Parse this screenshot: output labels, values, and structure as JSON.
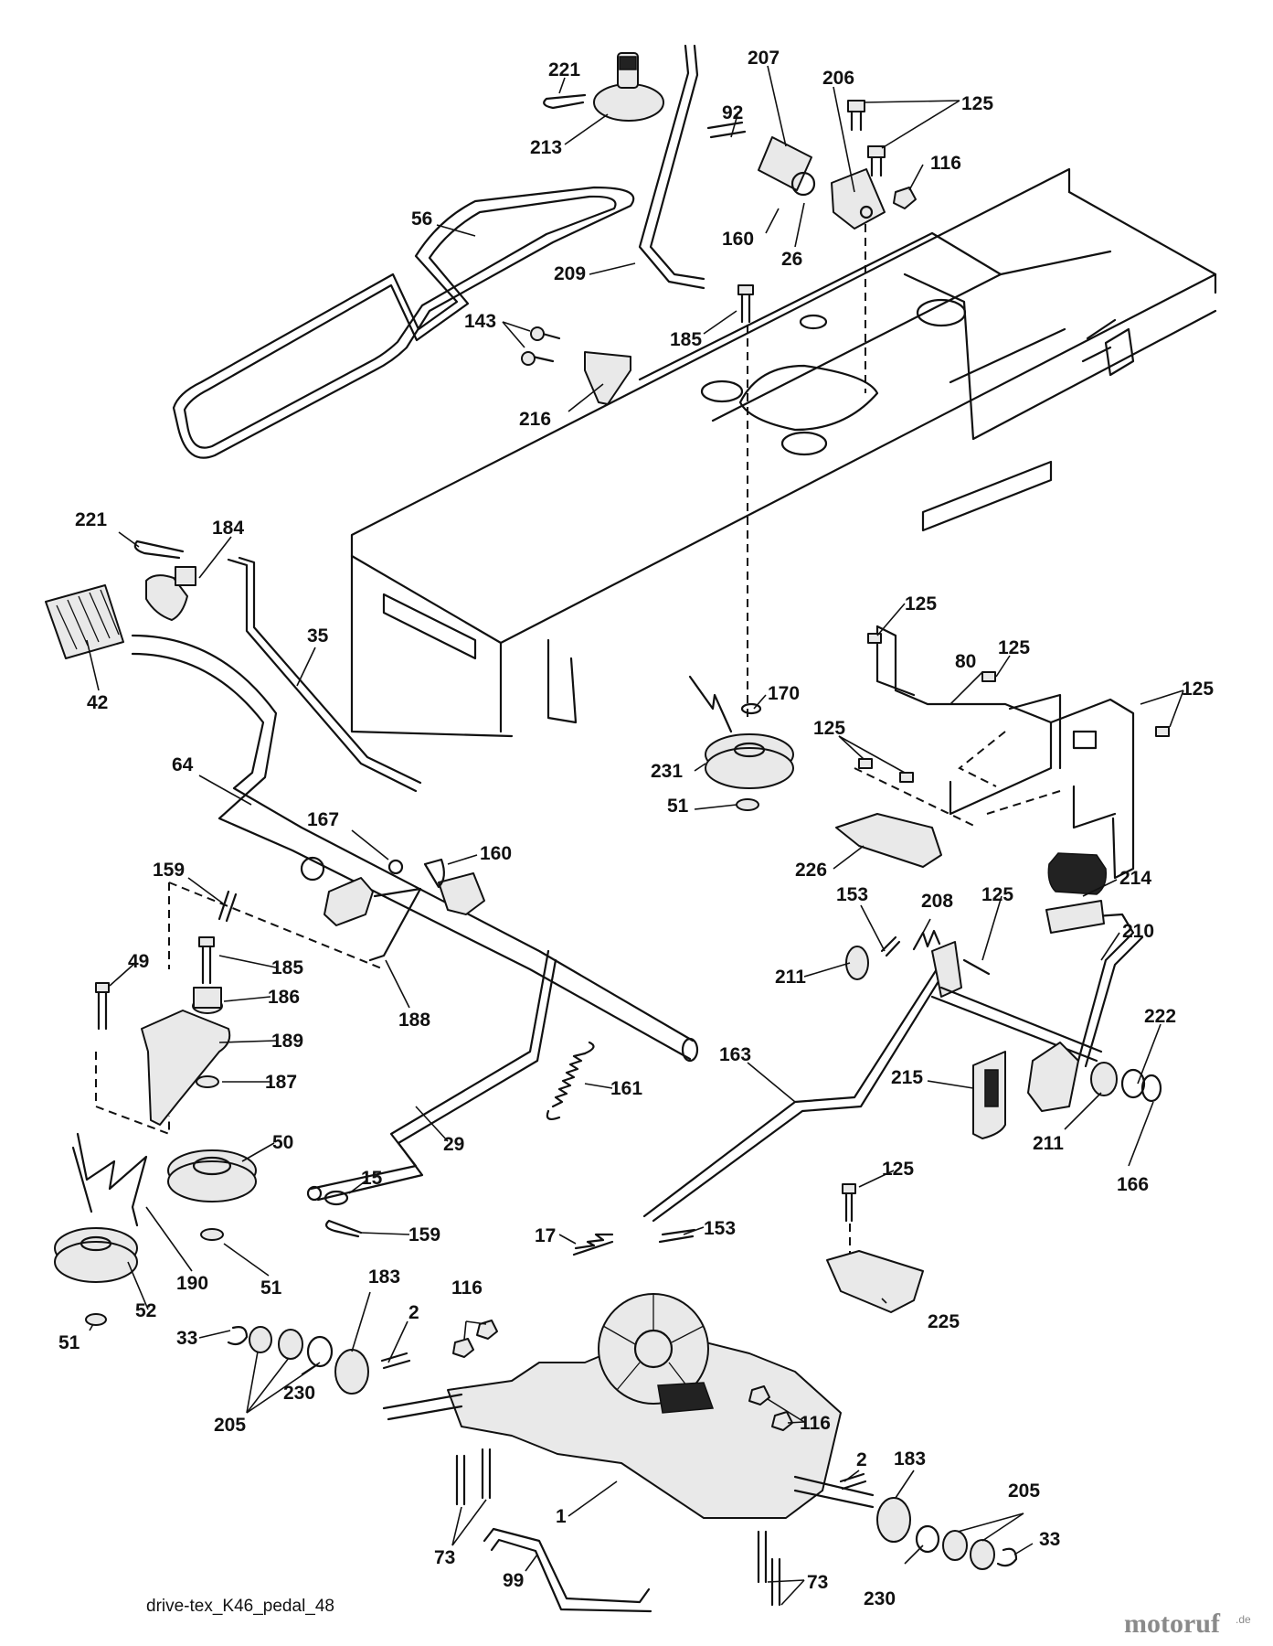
{
  "diagram": {
    "caption": "drive-tex_K46_pedal_48",
    "watermark": {
      "main": "motoruf",
      "suffix": ".de"
    },
    "part_numbers": [
      "221",
      "213",
      "56",
      "209",
      "207",
      "92",
      "160",
      "26",
      "206",
      "125",
      "116",
      "143",
      "216",
      "185",
      "221",
      "184",
      "42",
      "35",
      "64",
      "167",
      "160",
      "159",
      "188",
      "185",
      "186",
      "49",
      "189",
      "187",
      "50",
      "190",
      "52",
      "51",
      "51",
      "29",
      "15",
      "159",
      "161",
      "125",
      "80",
      "125",
      "125",
      "125",
      "170",
      "231",
      "51",
      "226",
      "214",
      "210",
      "153",
      "208",
      "125",
      "211",
      "222",
      "215",
      "211",
      "166",
      "163",
      "125",
      "153",
      "17",
      "225",
      "183",
      "2",
      "116",
      "33",
      "205",
      "230",
      "116",
      "2",
      "183",
      "205",
      "33",
      "1",
      "73",
      "73",
      "99",
      "230"
    ]
  }
}
